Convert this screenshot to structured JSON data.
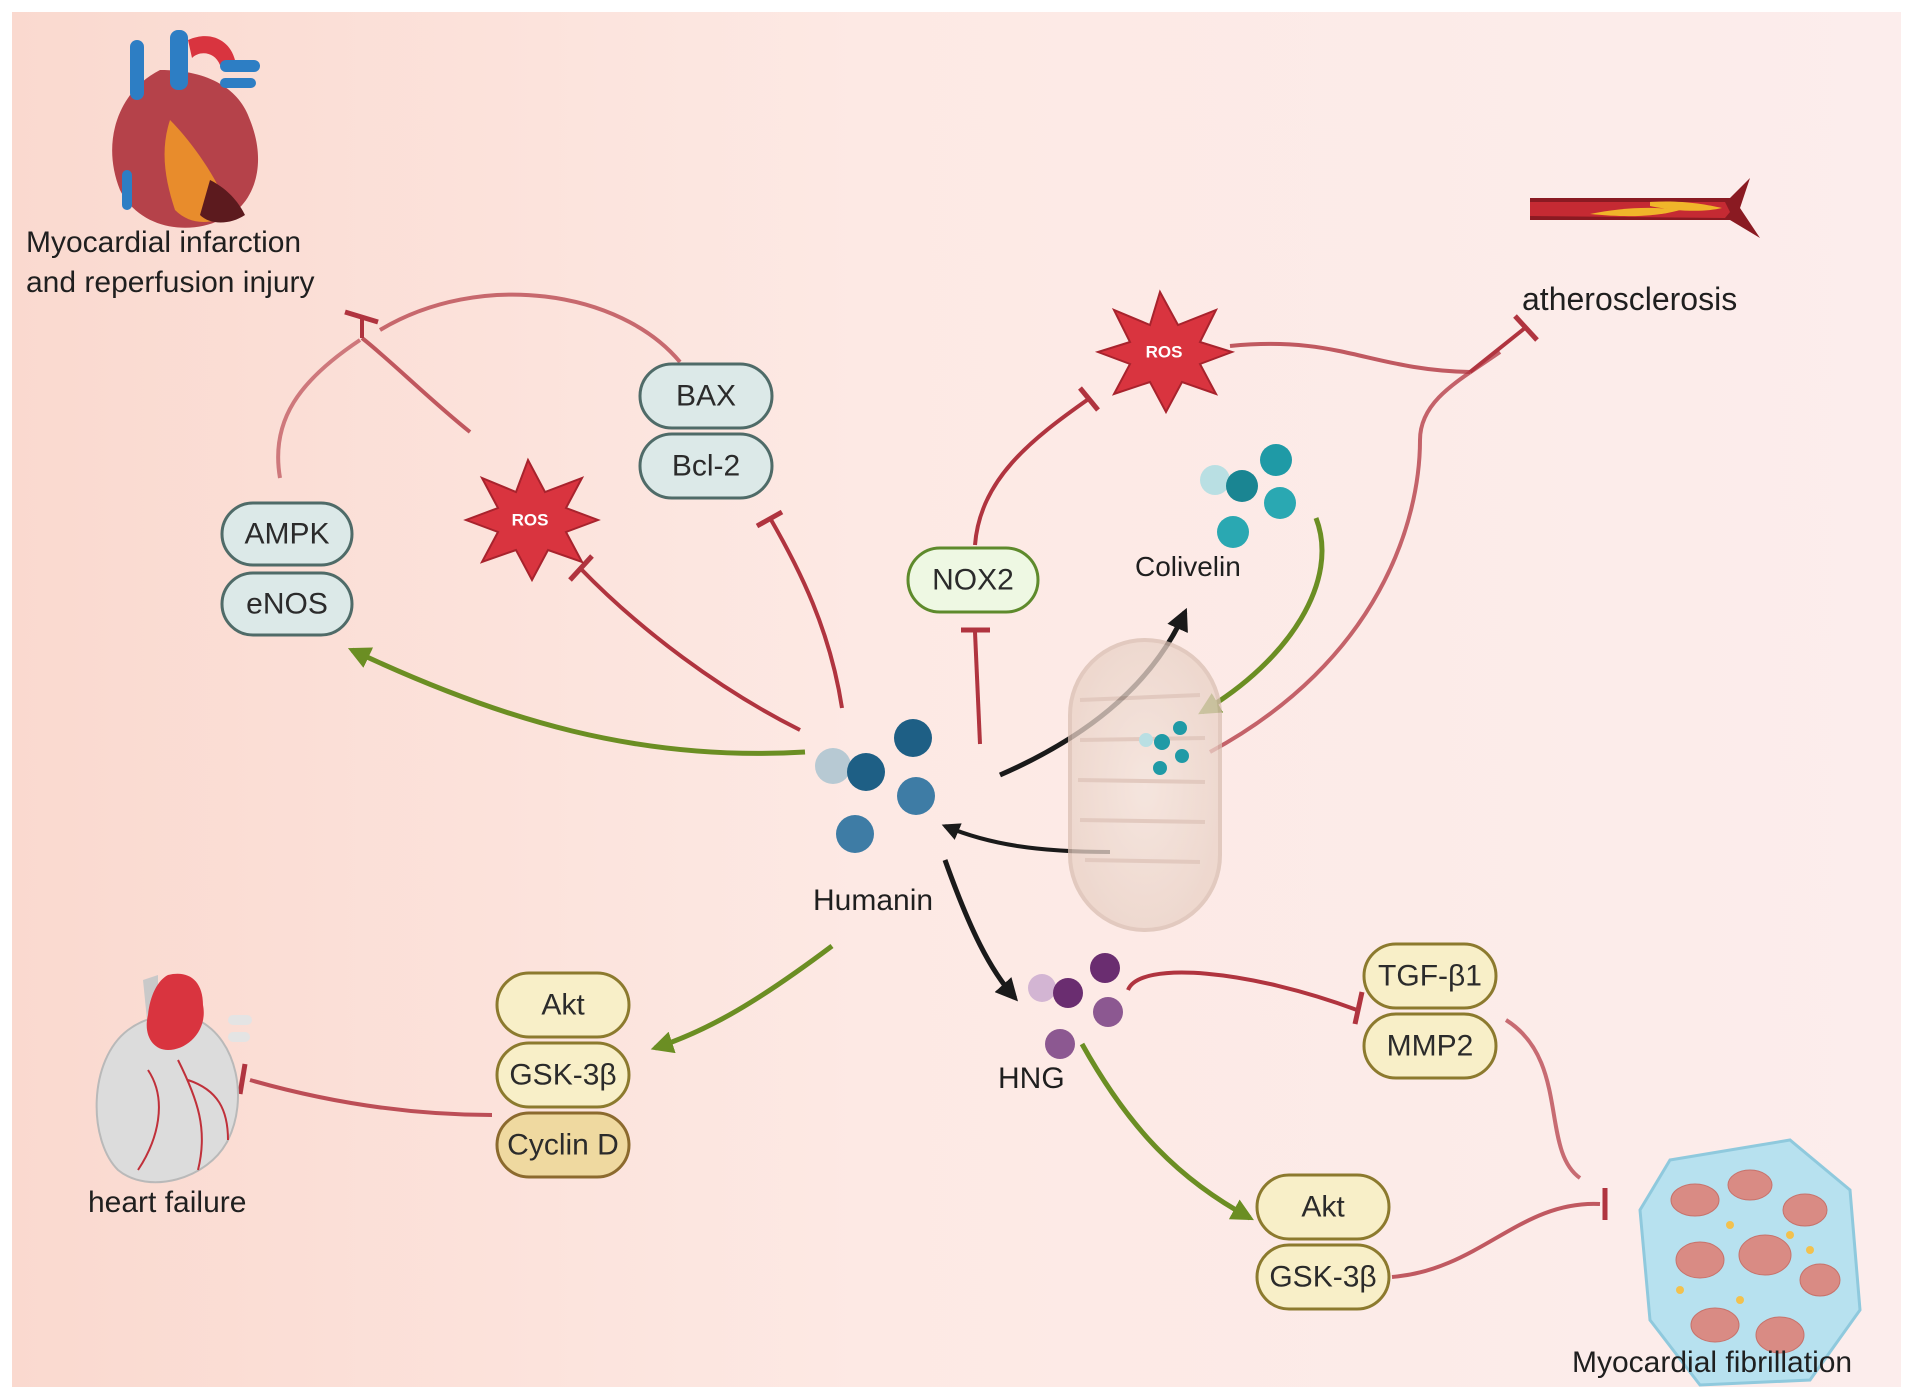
{
  "colors": {
    "inhibit": "#b0343f",
    "activate": "#6b8e23",
    "flow": "#1a1a1a",
    "teal_box_fill": "#dce9e8",
    "green_box_fill": "#eef8e3",
    "yellow_box_fill": "#f8efc8",
    "ros_fill": "#d9343f",
    "humanin_dot": "#2a6f97",
    "hng_dot": "#7b3f7f",
    "colivelin_dot": "#1f9aa6"
  },
  "labels": {
    "myocardial_infarction_line1": "Myocardial infarction",
    "myocardial_infarction_line2": "and reperfusion injury",
    "atherosclerosis": "atherosclerosis",
    "heart_failure": "heart failure",
    "myocardial_fibrillation": "Myocardial fibrillation",
    "humanin": "Humanin",
    "hng": "HNG",
    "colivelin": "Colivelin"
  },
  "boxes": {
    "ampk": "AMPK",
    "enos": "eNOS",
    "bax": "BAX",
    "bcl2": "Bcl-2",
    "nox2": "NOX2",
    "akt_left": "Akt",
    "gsk3b_left": "GSK-3β",
    "cyclin_d": "Cyclin D",
    "tgfb1": "TGF-β1",
    "mmp2": "MMP2",
    "akt_right": "Akt",
    "gsk3b_right": "GSK-3β"
  },
  "ros": {
    "left": "ROS",
    "right": "ROS"
  },
  "icons": {
    "heart_infarction": "heart-infarction-icon",
    "artery_plaque": "atherosclerotic-artery-icon",
    "heart_failure": "failing-heart-icon",
    "fibrosis_tissue": "fibrotic-tissue-icon",
    "mitochondrion": "mitochondrion-icon"
  }
}
